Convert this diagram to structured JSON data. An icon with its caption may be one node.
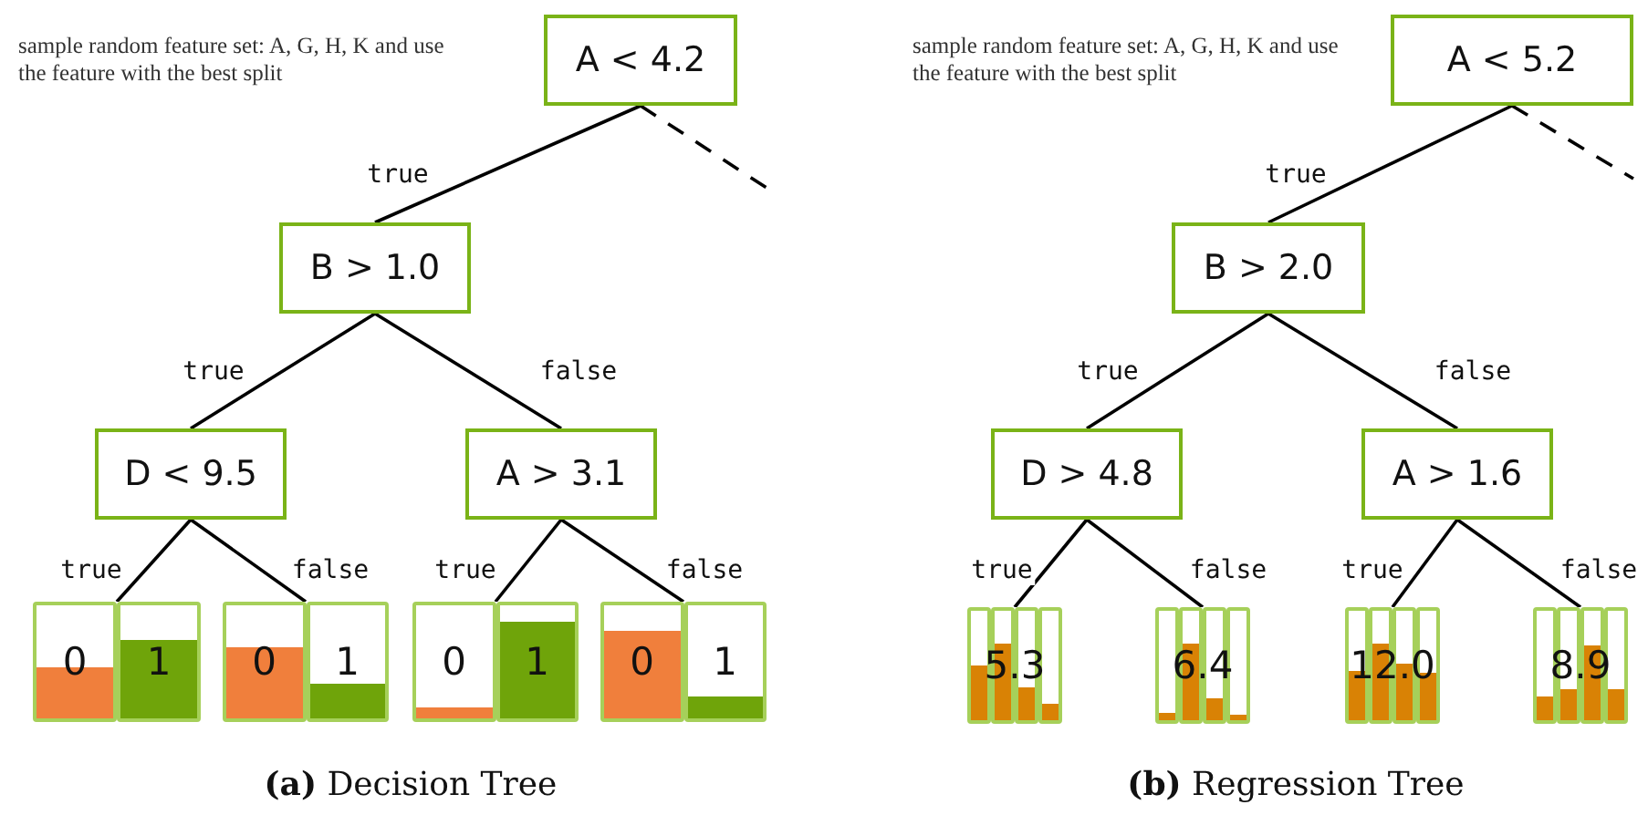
{
  "diagram": {
    "nodes": [
      {
        "text": [
          "A < 4.2"
        ]
      },
      {
        "text": [
          "B > 1.0"
        ]
      },
      {
        "text": [
          "D < 9.5"
        ]
      },
      {
        "text": [
          "A > 3.1"
        ]
      },
      {
        "text": [
          "0",
          "1"
        ]
      },
      {
        "text": [
          "0",
          "1"
        ]
      },
      {
        "text": [
          "0",
          "1"
        ]
      },
      {
        "text": [
          "0",
          "1"
        ]
      },
      {
        "text": [
          "A < 5.2"
        ]
      },
      {
        "text": [
          "B > 2.0"
        ]
      },
      {
        "text": [
          "D > 4.8"
        ]
      },
      {
        "text": [
          "A > 1.6"
        ]
      },
      {
        "text": [
          "5.3"
        ]
      },
      {
        "text": [
          "6.4"
        ]
      },
      {
        "text": [
          "12.0"
        ]
      },
      {
        "text": [
          "8.9"
        ]
      }
    ],
    "edges": [
      {
        "from": 0,
        "to": 1,
        "arrow": "none",
        "label": "true"
      },
      {
        "from": 0,
        "to": null,
        "arrow": "none",
        "style": "dashed"
      },
      {
        "from": 1,
        "to": 2,
        "arrow": "none",
        "label": "true"
      },
      {
        "from": 1,
        "to": 3,
        "arrow": "none",
        "label": "false"
      },
      {
        "from": 2,
        "to": 4,
        "arrow": "none",
        "label": "true"
      },
      {
        "from": 2,
        "to": 5,
        "arrow": "none",
        "label": "false"
      },
      {
        "from": 3,
        "to": 6,
        "arrow": "none",
        "label": "true"
      },
      {
        "from": 3,
        "to": 7,
        "arrow": "none",
        "label": "false"
      },
      {
        "from": 8,
        "to": 9,
        "arrow": "none",
        "label": "true"
      },
      {
        "from": 8,
        "to": null,
        "arrow": "none",
        "style": "dashed"
      },
      {
        "from": 9,
        "to": 10,
        "arrow": "none",
        "label": "true"
      },
      {
        "from": 9,
        "to": 11,
        "arrow": "none",
        "label": "false"
      },
      {
        "from": 10,
        "to": 12,
        "arrow": "none",
        "label": "true"
      },
      {
        "from": 10,
        "to": 13,
        "arrow": "none",
        "label": "false"
      },
      {
        "from": 11,
        "to": 14,
        "arrow": "none",
        "label": "true"
      },
      {
        "from": 11,
        "to": 15,
        "arrow": "none",
        "label": "false"
      }
    ],
    "labels": [
      "sample random feature set: A, G, H, K and use the feature with the best split",
      "sample random feature set: A, G, H, K and use the feature with the best split",
      "**(a)** Decision Tree",
      "**(b)** Regression Tree"
    ]
  }
}
